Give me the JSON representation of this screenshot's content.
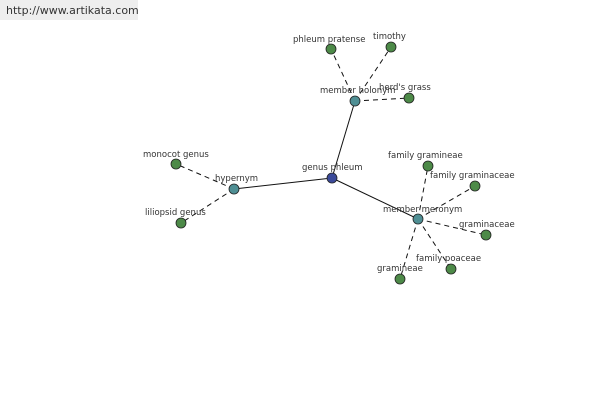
{
  "source": {
    "url": "http://www.artikata.com"
  },
  "colors": {
    "center": "#3b4a9a",
    "relation": "#4f8f94",
    "leaf": "#4d8a48",
    "banner_bg": "#eeeeee"
  },
  "graph": {
    "nodes": [
      {
        "id": "genus-phleum",
        "label": "genus phleum",
        "kind": "center"
      },
      {
        "id": "hypernym",
        "label": "hypernym",
        "kind": "relation"
      },
      {
        "id": "member-holonym",
        "label": "member holonym",
        "kind": "relation"
      },
      {
        "id": "member-meronym",
        "label": "member meronym",
        "kind": "relation"
      },
      {
        "id": "monocot-genus",
        "label": "monocot genus",
        "kind": "leaf"
      },
      {
        "id": "liliopsid-genus",
        "label": "liliopsid genus",
        "kind": "leaf"
      },
      {
        "id": "phleum-pratense",
        "label": "phleum pratense",
        "kind": "leaf"
      },
      {
        "id": "timothy",
        "label": "timothy",
        "kind": "leaf"
      },
      {
        "id": "herds-grass",
        "label": "herd's grass",
        "kind": "leaf"
      },
      {
        "id": "family-gramineae",
        "label": "family gramineae",
        "kind": "leaf"
      },
      {
        "id": "family-graminaceae",
        "label": "family graminaceae",
        "kind": "leaf"
      },
      {
        "id": "graminaceae",
        "label": "graminaceae",
        "kind": "leaf"
      },
      {
        "id": "family-poaceae",
        "label": "family poaceae",
        "kind": "leaf"
      },
      {
        "id": "gramineae",
        "label": "gramineae",
        "kind": "leaf"
      }
    ],
    "edges": [
      {
        "from": "genus-phleum",
        "to": "hypernym",
        "style": "solid"
      },
      {
        "from": "genus-phleum",
        "to": "member-holonym",
        "style": "solid"
      },
      {
        "from": "genus-phleum",
        "to": "member-meronym",
        "style": "solid"
      },
      {
        "from": "hypernym",
        "to": "monocot-genus",
        "style": "dashed"
      },
      {
        "from": "hypernym",
        "to": "liliopsid-genus",
        "style": "dashed"
      },
      {
        "from": "member-holonym",
        "to": "phleum-pratense",
        "style": "dashed"
      },
      {
        "from": "member-holonym",
        "to": "timothy",
        "style": "dashed"
      },
      {
        "from": "member-holonym",
        "to": "herds-grass",
        "style": "dashed"
      },
      {
        "from": "member-meronym",
        "to": "family-gramineae",
        "style": "dashed"
      },
      {
        "from": "member-meronym",
        "to": "family-graminaceae",
        "style": "dashed"
      },
      {
        "from": "member-meronym",
        "to": "graminaceae",
        "style": "dashed"
      },
      {
        "from": "member-meronym",
        "to": "family-poaceae",
        "style": "dashed"
      },
      {
        "from": "member-meronym",
        "to": "gramineae",
        "style": "dashed"
      }
    ]
  }
}
